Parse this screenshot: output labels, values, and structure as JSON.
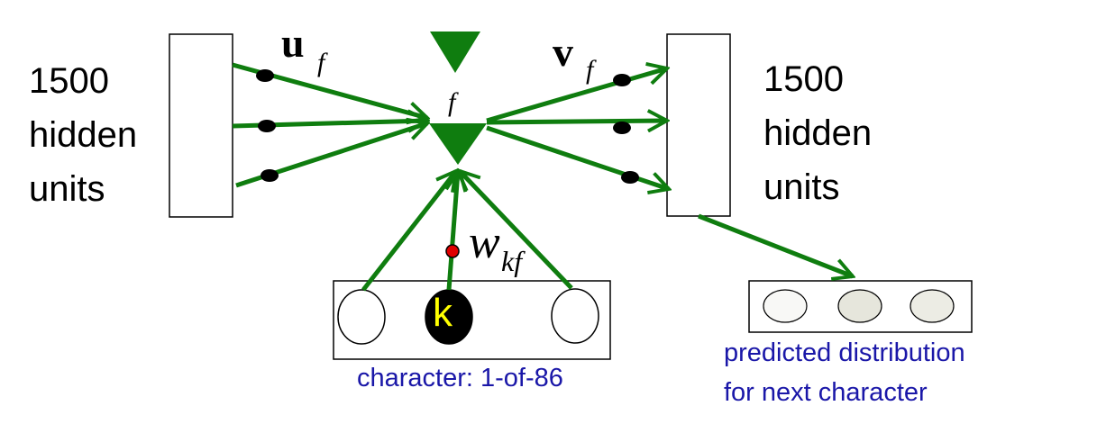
{
  "left_layer": {
    "line1": "1500",
    "line2": "hidden",
    "line3": "units"
  },
  "right_layer": {
    "line1": "1500",
    "line2": "hidden",
    "line3": "units"
  },
  "factor_label": "f",
  "u_weight": {
    "base": "u",
    "subscript": "f"
  },
  "v_weight": {
    "base": "v",
    "subscript": "f"
  },
  "w_weight": {
    "base": "w",
    "subscript": "kf"
  },
  "input_unit_label": "k",
  "input_caption": "character: 1-of-86",
  "output_caption": {
    "line1": "predicted distribution",
    "line2": "for next character"
  },
  "colors": {
    "arrow": "#0f7d0f",
    "factor": "#0f7d0f",
    "dot": "#000000",
    "weight_dot": "#e00000",
    "caption": "#1a17a8",
    "active_unit": "#000000",
    "active_label": "#ffff00"
  }
}
